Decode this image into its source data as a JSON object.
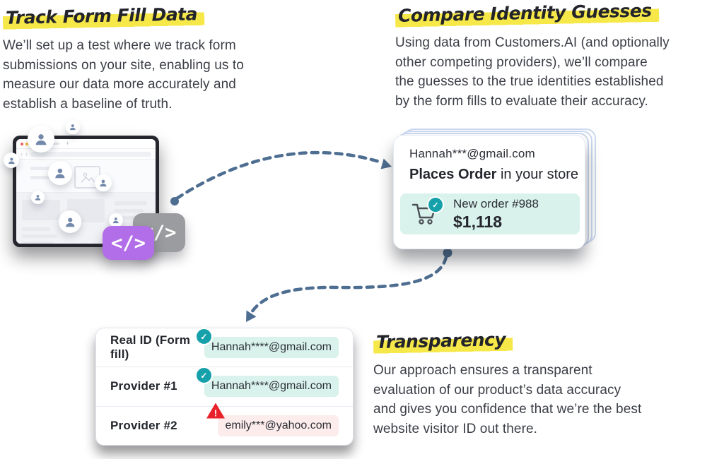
{
  "sections": {
    "track": {
      "title": "Track Form Fill Data",
      "lines": [
        "We’ll set up a test where we track form",
        "submissions on your site, enabling us to",
        "measure our data more accurately and",
        "establish a baseline of truth."
      ]
    },
    "compare": {
      "title": "Compare Identity Guesses",
      "lines": [
        "Using data from Customers.AI (and optionally",
        "other competing providers), we’ll compare",
        "the guesses to the true identities established",
        "by the form fills to evaluate their accuracy."
      ]
    },
    "transparency": {
      "title": "Transparency",
      "lines": [
        "Our approach ensures a transparent",
        "evaluation of our product’s data accuracy",
        "and gives you confidence that we’re the best",
        "website visitor ID out there."
      ]
    }
  },
  "order_card": {
    "email": "Hannah***@gmail.com",
    "action_bold": "Places Order",
    "action_rest": " in your store",
    "order_line": "New order #988",
    "order_amount": "$1,118"
  },
  "comparison_table": {
    "rows": [
      {
        "label": "Real ID (Form fill)",
        "value": "Hannah****@gmail.com",
        "status": "match"
      },
      {
        "label": "Provider #1",
        "value": "Hannah****@gmail.com",
        "status": "match"
      },
      {
        "label": "Provider #2",
        "value": "emily***@yahoo.com",
        "status": "mismatch"
      }
    ]
  },
  "icons": {
    "check": "✓",
    "warning": "!",
    "code": "</>"
  },
  "colors": {
    "highlight_yellow": "#F7E84A",
    "teal": "#16A1AA",
    "mint": "#D9F2EC",
    "alert_red": "#E8212A",
    "alert_pink": "#FDECEC",
    "purple_badge": "#B26DE8",
    "gray_badge": "#9B9CA0",
    "arrow_blue": "#4E6E91"
  }
}
